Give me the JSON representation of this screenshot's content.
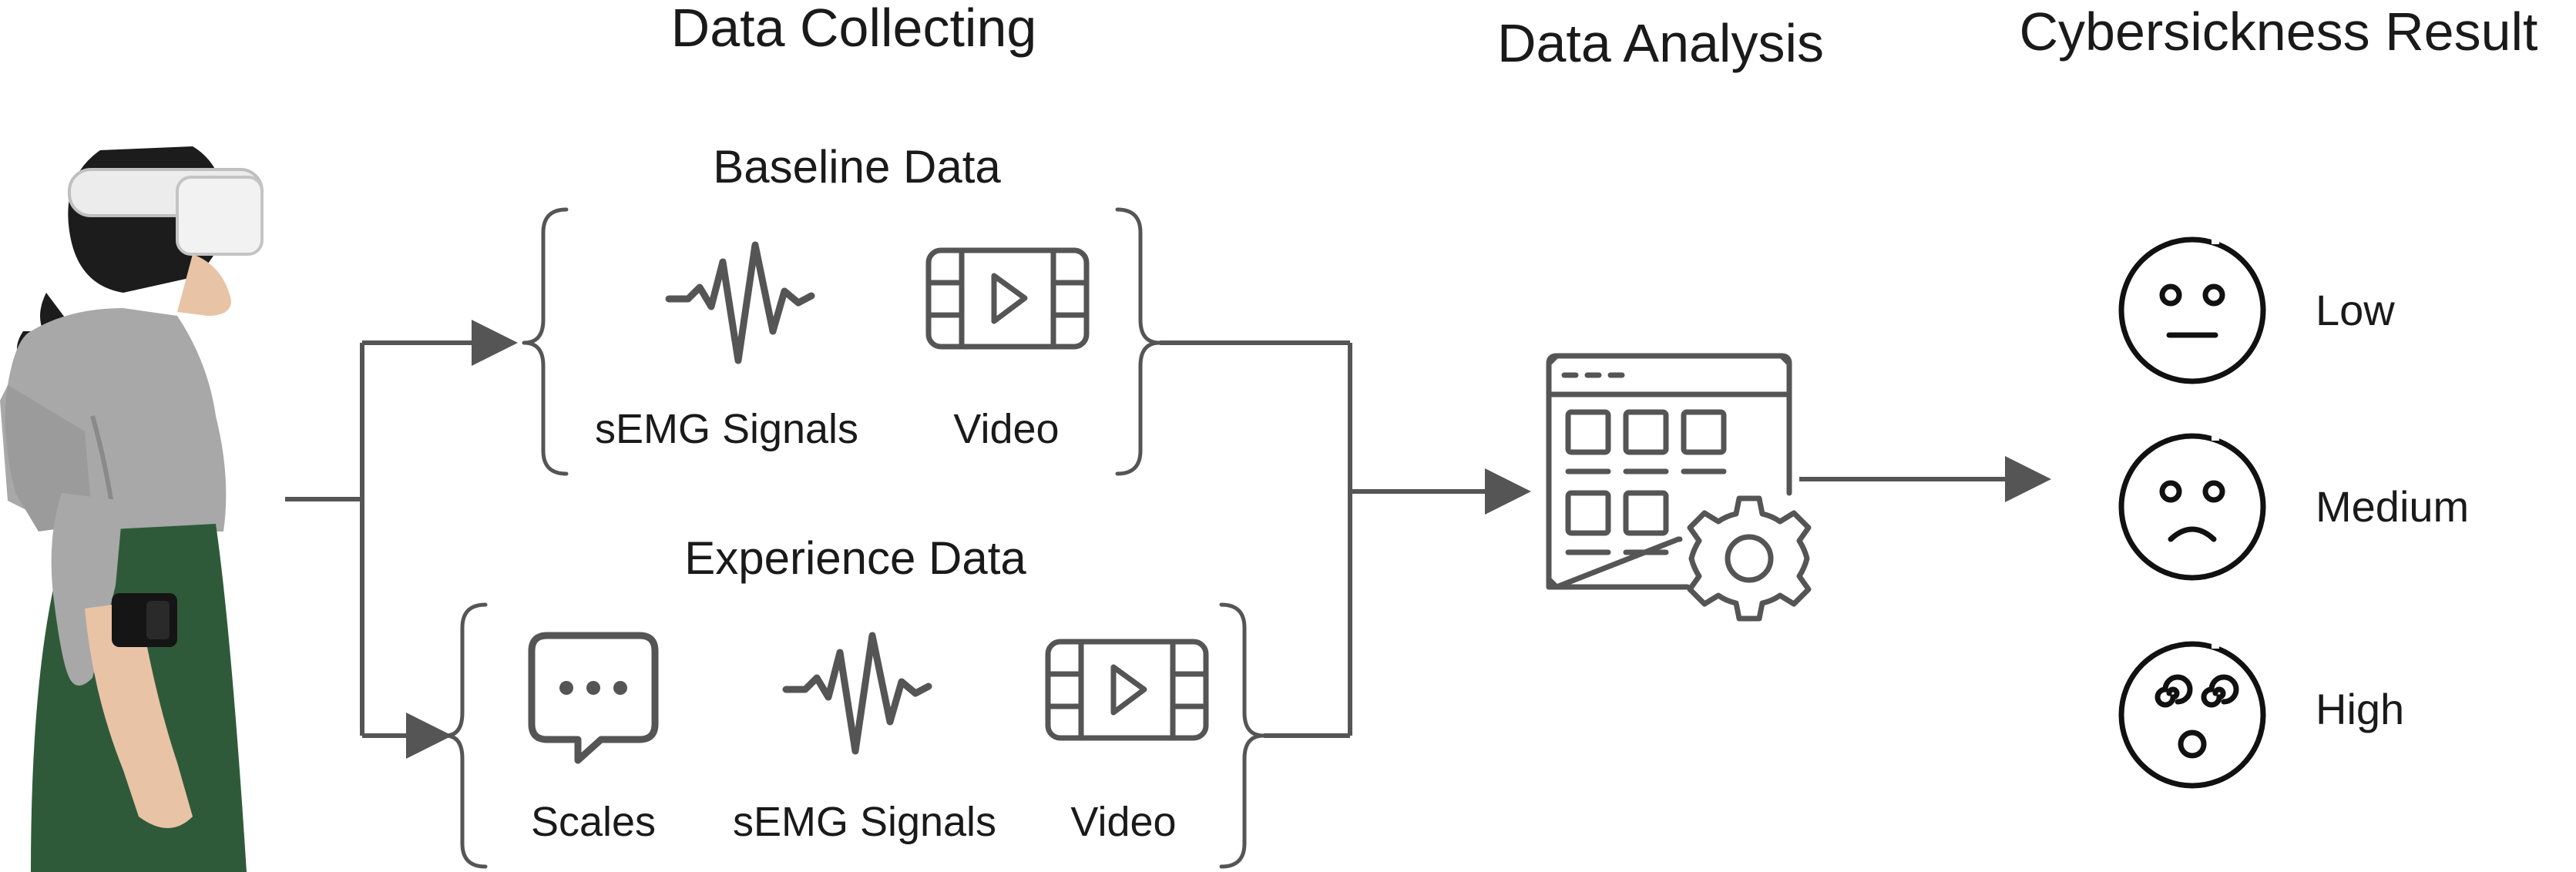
{
  "headings": {
    "data_collecting": "Data Collecting",
    "data_analysis": "Data Analysis",
    "result": "Cybersickness Result"
  },
  "baseline": {
    "title": "Baseline Data",
    "items": [
      "sEMG Signals",
      "Video"
    ]
  },
  "experience": {
    "title": "Experience Data",
    "items": [
      "Scales",
      "sEMG Signals",
      "Video"
    ]
  },
  "levels": [
    "Low",
    "Medium",
    "High"
  ],
  "icons": {
    "participant": "person-with-vr-headset",
    "signal": "waveform-icon",
    "video": "film-play-icon",
    "scales": "chat-bubble-icon",
    "analysis": "dashboard-gear-icon",
    "faces": [
      "neutral-face-icon",
      "sad-face-icon",
      "dizzy-face-icon"
    ]
  },
  "colors": {
    "lines": "#555555",
    "text": "#1a1a1a",
    "shirt": "#a8a8a8",
    "apron": "#2f5a3a"
  }
}
